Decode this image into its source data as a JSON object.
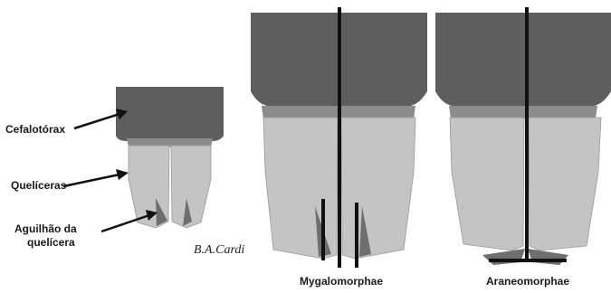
{
  "labels": {
    "cephalothorax": "Cefalotórax",
    "chelicerae": "Quelíceras",
    "fang_line1": "Aguilhão da",
    "fang_line2": "quelícera"
  },
  "signature": "B.A.Cardi",
  "panels": {
    "mygalomorphae": "Mygalomorphae",
    "araneomorphae": "Araneomorphae"
  },
  "colors": {
    "carapace": "#5e5e5e",
    "band": "#8c8c8c",
    "chelicera": "#c4c4c4",
    "fang": "#6e6e6e",
    "line": "#111111"
  }
}
